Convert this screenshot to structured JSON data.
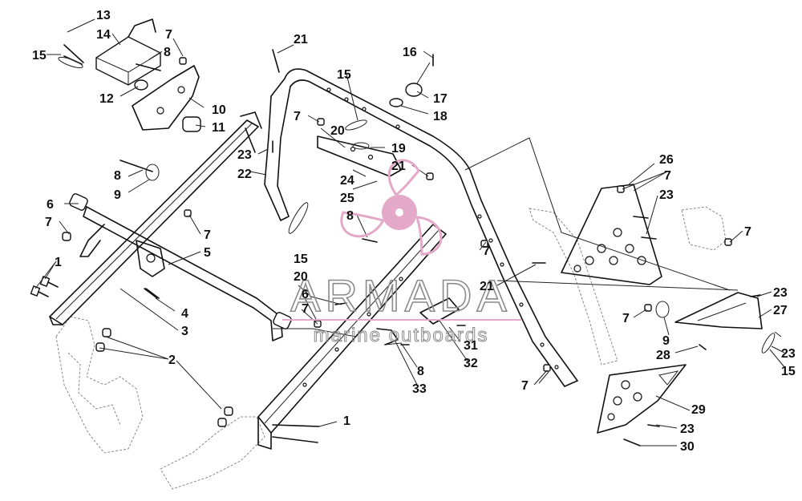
{
  "watermark": {
    "brand": "ARMADA",
    "tagline": "marine outboards",
    "color": "#e4a9c8",
    "accent": "#8b8b8b",
    "icon": "propeller-icon"
  },
  "callouts": {
    "c1a": "1",
    "c1b": "1",
    "c2": "2",
    "c3": "3",
    "c4": "4",
    "c5": "5",
    "c6a": "6",
    "c6b": "6",
    "c7a": "7",
    "c7b": "7",
    "c7c": "7",
    "c7d": "7",
    "c7e": "7",
    "c7f": "7",
    "c7g": "7",
    "c7h": "7",
    "c7i": "7",
    "c7j": "7",
    "c8a": "8",
    "c8b": "8",
    "c8c": "8",
    "c8d": "8",
    "c9a": "9",
    "c9b": "9",
    "c10": "10",
    "c11": "11",
    "c12": "12",
    "c13": "13",
    "c14": "14",
    "c15a": "15",
    "c15b": "15",
    "c15c": "15",
    "c15d": "15",
    "c16": "16",
    "c17": "17",
    "c18": "18",
    "c19": "19",
    "c20a": "20",
    "c20b": "20",
    "c21a": "21",
    "c21b": "21",
    "c21c": "21",
    "c22": "22",
    "c23a": "23",
    "c23b": "23",
    "c23c": "23",
    "c23d": "23",
    "c23e": "23",
    "c24": "24",
    "c25": "25",
    "c26": "26",
    "c27": "27",
    "c28": "28",
    "c29": "29",
    "c30": "30",
    "c31": "31",
    "c32": "32",
    "c33": "33"
  }
}
